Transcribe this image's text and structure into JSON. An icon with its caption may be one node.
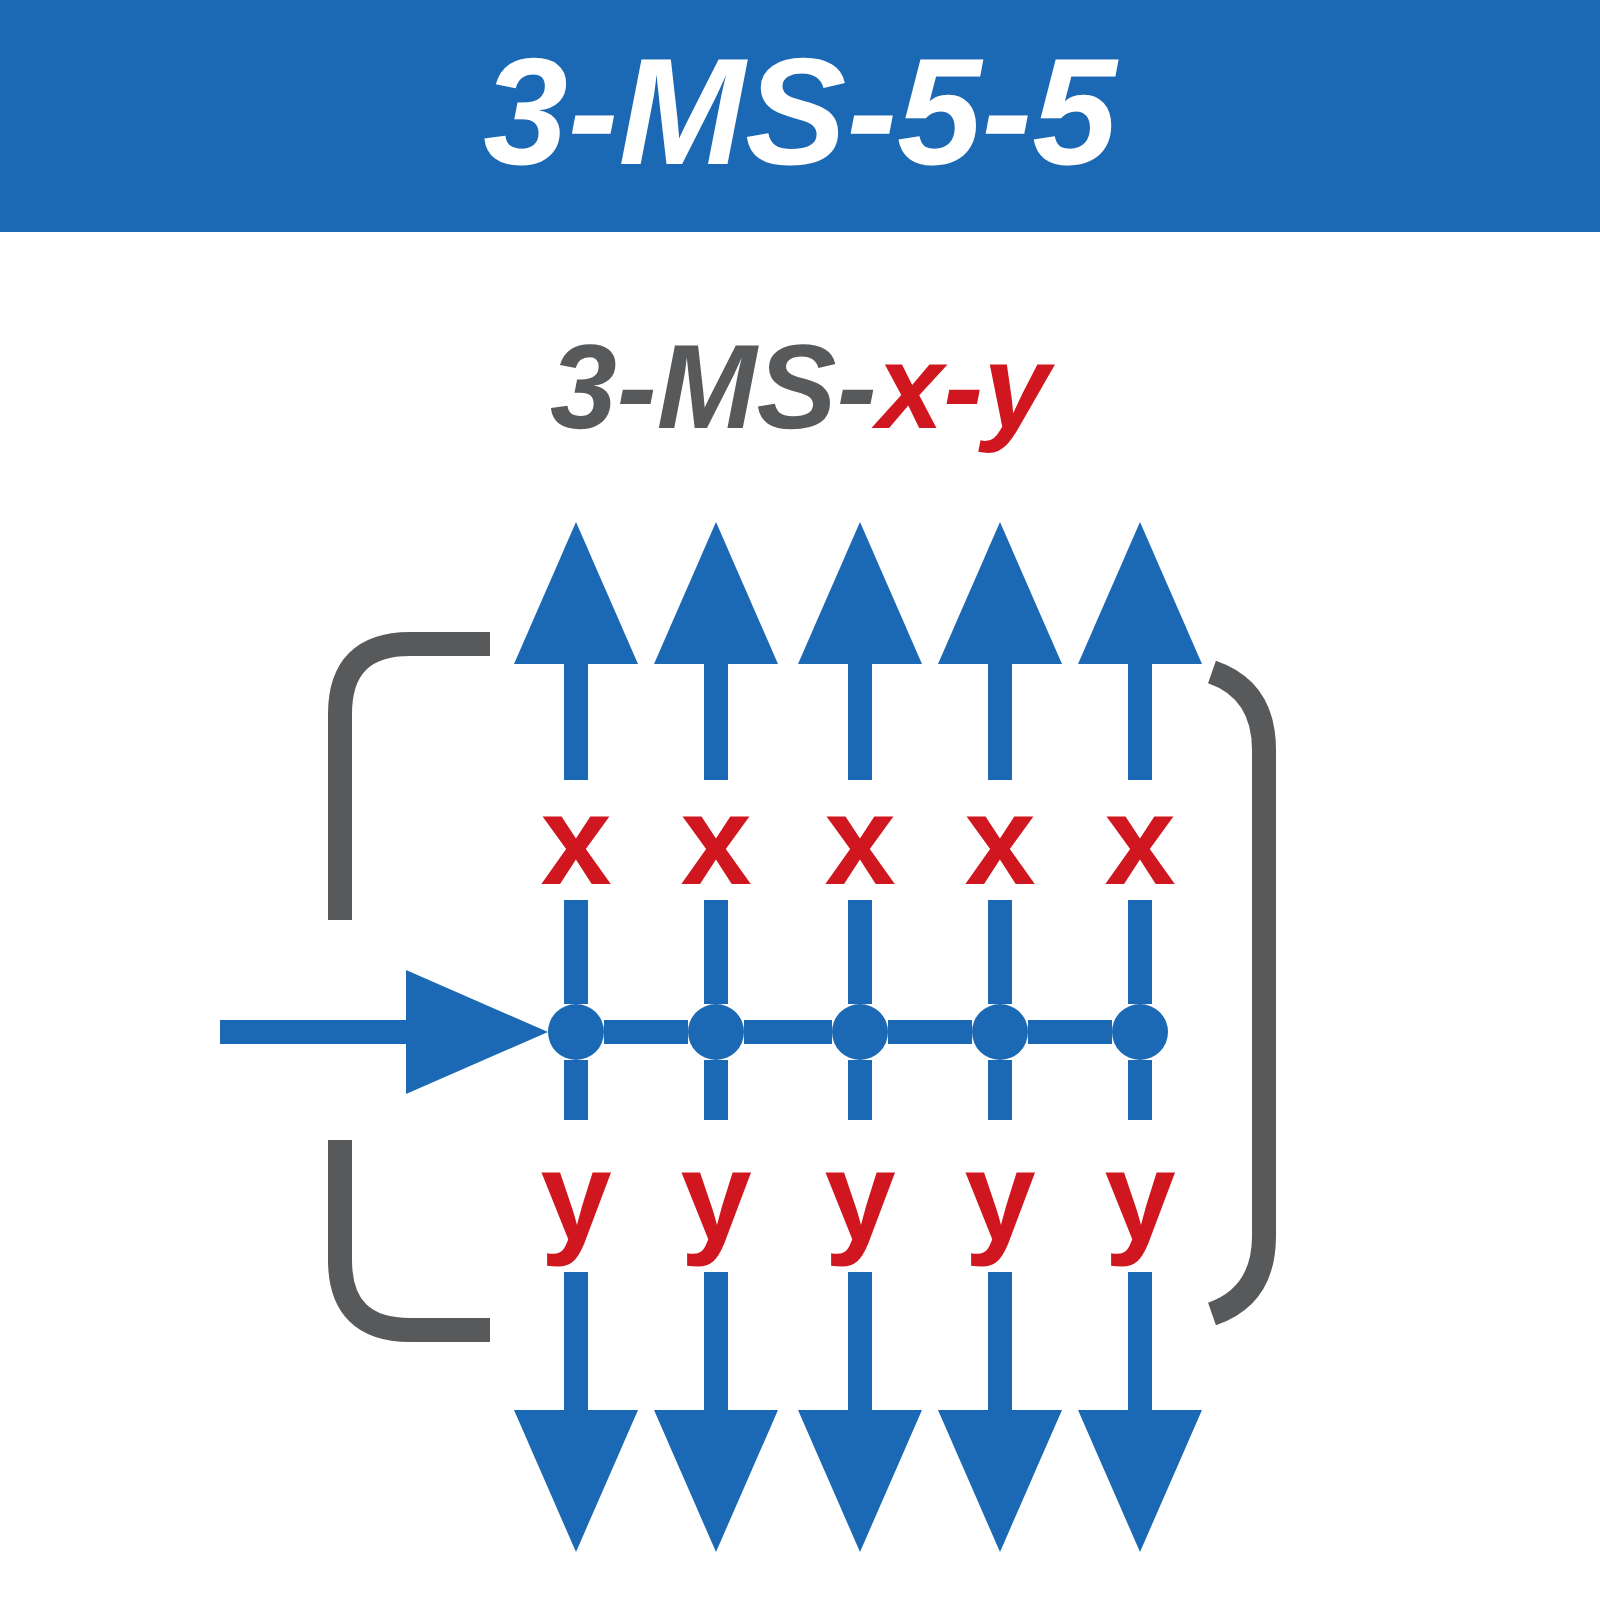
{
  "diagram": {
    "title": "3-MS-5-5",
    "nodes": [
      {
        "text": [
          "x"
        ]
      },
      {
        "text": [
          "x"
        ]
      },
      {
        "text": [
          "x"
        ]
      },
      {
        "text": [
          "x"
        ]
      },
      {
        "text": [
          "x"
        ]
      },
      {
        "text": [],
        "shape": "circle"
      },
      {
        "text": [],
        "shape": "circle"
      },
      {
        "text": [],
        "shape": "circle"
      },
      {
        "text": [],
        "shape": "circle"
      },
      {
        "text": [],
        "shape": "circle"
      },
      {
        "text": [
          "y"
        ]
      },
      {
        "text": [
          "y"
        ]
      },
      {
        "text": [
          "y"
        ]
      },
      {
        "text": [
          "y"
        ]
      },
      {
        "text": [
          "y"
        ]
      }
    ],
    "edges": [
      {
        "from": null,
        "to": 5,
        "arrow": "to"
      },
      {
        "from": 5,
        "to": 6,
        "arrow": "none"
      },
      {
        "from": 6,
        "to": 7,
        "arrow": "none"
      },
      {
        "from": 7,
        "to": 8,
        "arrow": "none"
      },
      {
        "from": 8,
        "to": 9,
        "arrow": "none"
      },
      {
        "from": 5,
        "to": 0,
        "arrow": "none"
      },
      {
        "from": 6,
        "to": 1,
        "arrow": "none"
      },
      {
        "from": 7,
        "to": 2,
        "arrow": "none"
      },
      {
        "from": 8,
        "to": 3,
        "arrow": "none"
      },
      {
        "from": 9,
        "to": 4,
        "arrow": "none"
      },
      {
        "from": 0,
        "to": null,
        "arrow": "to"
      },
      {
        "from": 1,
        "to": null,
        "arrow": "to"
      },
      {
        "from": 2,
        "to": null,
        "arrow": "to"
      },
      {
        "from": 3,
        "to": null,
        "arrow": "to"
      },
      {
        "from": 4,
        "to": null,
        "arrow": "to"
      },
      {
        "from": 5,
        "to": 10,
        "arrow": "none"
      },
      {
        "from": 6,
        "to": 11,
        "arrow": "none"
      },
      {
        "from": 7,
        "to": 12,
        "arrow": "none"
      },
      {
        "from": 8,
        "to": 13,
        "arrow": "none"
      },
      {
        "from": 9,
        "to": 14,
        "arrow": "none"
      },
      {
        "from": 10,
        "to": null,
        "arrow": "to"
      },
      {
        "from": 11,
        "to": null,
        "arrow": "to"
      },
      {
        "from": 12,
        "to": null,
        "arrow": "to"
      },
      {
        "from": 13,
        "to": null,
        "arrow": "to"
      },
      {
        "from": 14,
        "to": null,
        "arrow": "to"
      }
    ],
    "labels": [
      "3-MS-*x-y*"
    ]
  }
}
